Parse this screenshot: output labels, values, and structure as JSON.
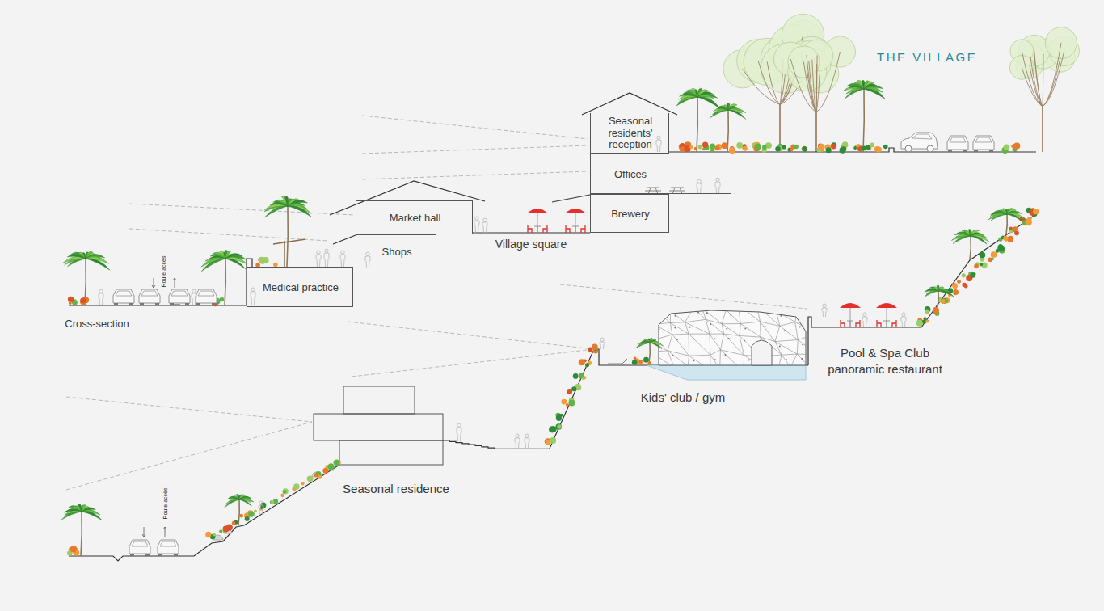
{
  "diagram": {
    "title": "THE VILLAGE",
    "nodes": [
      {
        "text": [
          "Seasonal residents' reception"
        ]
      },
      {
        "text": [
          "Offices"
        ]
      },
      {
        "text": [
          "Brewery"
        ]
      },
      {
        "text": [
          "Market hall"
        ]
      },
      {
        "text": [
          "Shops"
        ]
      },
      {
        "text": [
          "Medical practice"
        ]
      }
    ],
    "labels": [
      "Village square",
      "Route accès",
      "Cross-section",
      "Kids' club / gym",
      "Pool & Spa Club panoramic restaurant",
      "Route accès",
      "Seasonal residence"
    ]
  }
}
